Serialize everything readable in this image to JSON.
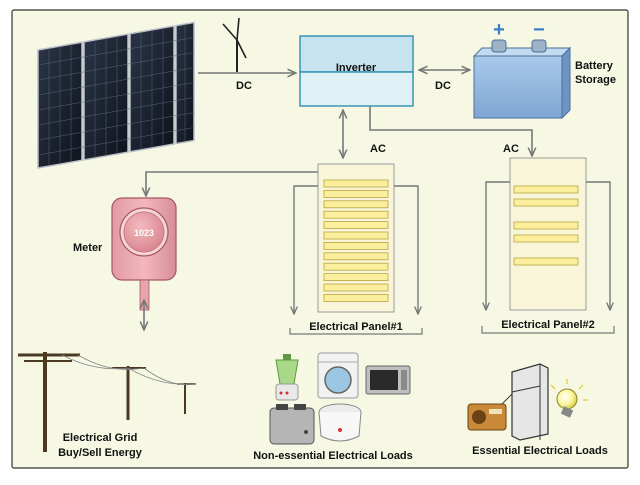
{
  "labels": {
    "dc_left": "DC",
    "inverter": "Inverter",
    "dc_right": "DC",
    "battery_line1": "Battery",
    "battery_line2": "Storage",
    "ac_left": "AC",
    "ac_right": "AC",
    "meter": "Meter",
    "meter_reading": "1023",
    "panel1": "Electrical Panel#1",
    "panel2": "Electrical Panel#2",
    "grid_line1": "Electrical Grid",
    "grid_line2": "Buy/Sell Energy",
    "nonessential": "Non-essential Electrical Loads",
    "essential": "Essential Electrical Loads"
  },
  "battery_symbols": {
    "plus": "+",
    "minus": "−"
  },
  "colors": {
    "background": "#f7f8e4",
    "frame": "#333333",
    "inverter_top": "#c6e3ef",
    "inverter_bottom": "#dff1f7",
    "inverter_border": "#2e8fb0",
    "battery": "#8fb7e0",
    "battery_terminal_plus": "#3b7ec9",
    "meter": "#e8a0a8",
    "panel_fill": "#f8f5d9",
    "breaker": "#fbee9c",
    "line": "#777777",
    "solar": "#1c2330"
  },
  "panel1_breakers": 12,
  "panel2_breaker_groups": [
    2,
    2,
    1
  ],
  "icons": {
    "solar": "solar-panel-array-icon",
    "wind": "wind-turbine-icon",
    "poles": "utility-pole-icon",
    "blender": "blender-icon",
    "washer": "washing-machine-icon",
    "microwave": "microwave-icon",
    "toaster": "toaster-icon",
    "cooker": "rice-cooker-icon",
    "radio": "radio-icon",
    "fridge": "refrigerator-icon",
    "bulb": "light-bulb-icon"
  }
}
